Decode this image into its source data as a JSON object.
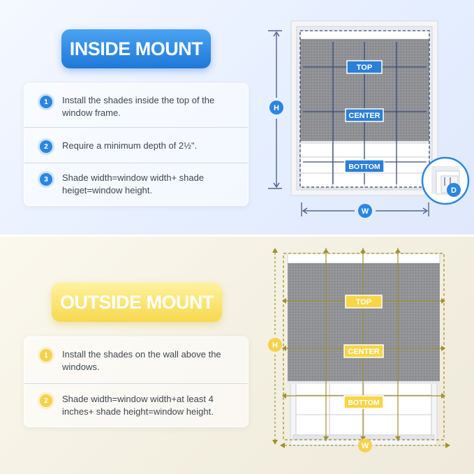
{
  "inside": {
    "title": "INSIDE MOUNT",
    "steps": [
      {
        "num": "1",
        "text": "Install the shades inside the top of the window frame."
      },
      {
        "num": "2",
        "text": "Require a minimum depth of 2½\"."
      },
      {
        "num": "3",
        "text": "Shade width=window width+ shade heiget=window height."
      }
    ],
    "diagram": {
      "top": "TOP",
      "center": "CENTER",
      "bottom": "BOTTOM",
      "h": "H",
      "w": "W",
      "d": "D"
    }
  },
  "outside": {
    "title": "OUTSIDE MOUNT",
    "steps": [
      {
        "num": "1",
        "text": "Install the shades on the wall above the windows."
      },
      {
        "num": "2",
        "text": "Shade width=window width+at least 4 inches+ shade height=window height."
      }
    ],
    "diagram": {
      "top": "TOP",
      "center": "CENTER",
      "bottom": "BOTTOM",
      "h": "H",
      "w": "W"
    }
  },
  "colors": {
    "blue": "#2b86e0",
    "yellow": "#f3d24d",
    "olive": "#a08f2c",
    "navy": "#3a4a78",
    "fabric": "#8d8f92"
  }
}
